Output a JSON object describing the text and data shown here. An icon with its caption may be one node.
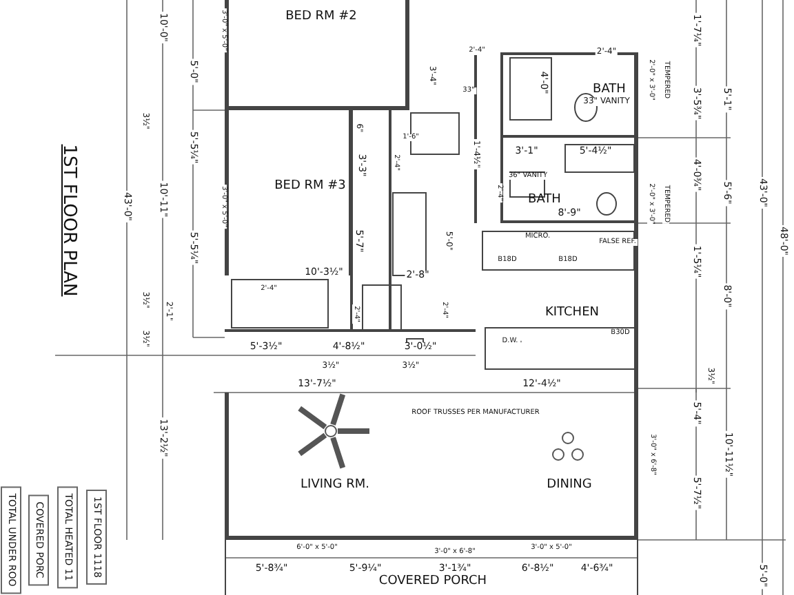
{
  "diagram": {
    "title": "1ST FLOOR PLAN",
    "nodes": [
      {
        "text": [
          "BED RM #2"
        ]
      },
      {
        "text": [
          "BATH"
        ]
      },
      {
        "text": [
          "BED RM #3"
        ]
      },
      {
        "text": [
          "BATH"
        ]
      },
      {
        "text": [
          "KITCHEN"
        ]
      },
      {
        "text": [
          "LIVING RM."
        ]
      },
      {
        "text": [
          "DINING"
        ]
      },
      {
        "text": [
          "COVERED PORCH"
        ]
      }
    ],
    "labels": [
      "10'-0\"",
      "3'-0\" x 5'-0\"",
      "5'-0\"",
      "3½\"",
      "5'-5¼\"",
      "43'-0\"",
      "10'-11\"",
      "3'-0\" x 5'-0\"",
      "5'-5¼\"",
      "2'-1\"",
      "3½\"",
      "3½\"",
      "13'-2½\"",
      "1ST FLOOR 1118",
      "TOTAL HEATED 11",
      "COVERED PORC",
      "TOTAL UNDER ROO",
      "2'-4\"",
      "3'-4\"",
      "33\"",
      "4'-0\"",
      "33\" VANITY",
      "2'-4\"",
      "6\"",
      "1'-6\"",
      "2'-4\"",
      "1'-4½\"",
      "3'-3\"",
      "3'-1\"",
      "5'-4½\"",
      "36\" VANITY",
      "2'-4\"",
      "8'-9\"",
      "5'-7\"",
      "5'-0\"",
      "MICRO.",
      "FALSE REF.",
      "B18D",
      "B18D",
      "2'-8\"",
      "10'-3½\"",
      "2'-4\"",
      "2'-4\"",
      "2'-4\"",
      "D.W.",
      "B30D",
      "5'-3½\"",
      "4'-8½\"",
      "3'-0½\"",
      "3½\"",
      "3½\"",
      "13'-7½\"",
      "12'-4½\"",
      "ROOF TRUSSES PER MANUFACTURER",
      "1'-7¼\"",
      "TEMPERED",
      "2'-0\" x 3'-0\"",
      "3'-5¾\"",
      "5'-1\"",
      "4'-0¾\"",
      "5'-6\"",
      "43'-0\"",
      "48'-0\"",
      "TEMPERED",
      "2'-0\" x 3'-0\"",
      "1'-5¼\"",
      "8'-0\"",
      "3½\"",
      "5'-4\"",
      "3'-0\" x 6'-8\"",
      "10'-11½\"",
      "5'-7½\"",
      "6'-0\" x 5'-0\"",
      "3'-0\" x 6'-8\"",
      "3'-0\" x 5'-0\"",
      "5'-8¾\"",
      "5'-9¼\"",
      "3'-1¾\"",
      "6'-8½\"",
      "4'-6¾\"",
      "5'-0\""
    ]
  }
}
